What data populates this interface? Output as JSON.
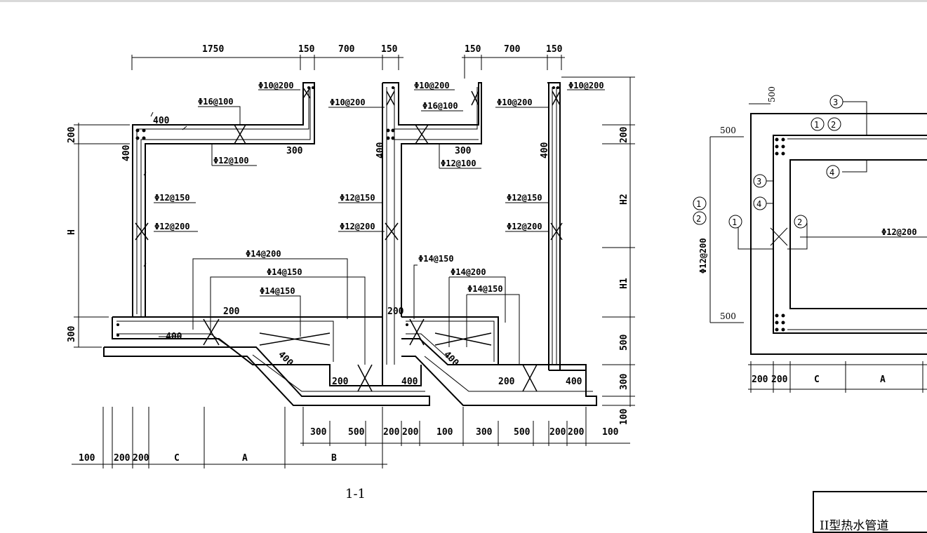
{
  "section_label": "1-1",
  "title_block": {
    "text": "II型热水管道"
  },
  "top_dimensions": {
    "d1750": "1750",
    "d150": "150",
    "d700": "700"
  },
  "bottom_dimensions": {
    "d100": "100",
    "d200": "200",
    "c": "C",
    "a": "A",
    "b": "B",
    "d300": "300",
    "d500": "500"
  },
  "left_dimensions": {
    "d200": "200",
    "h": "H",
    "d300": "300"
  },
  "right_dimensions": {
    "d200": "200",
    "h2": "H2",
    "h1": "H1",
    "d500": "500",
    "d300": "300",
    "d100": "100"
  },
  "haunch_labels": {
    "d400": "400",
    "d300": "300",
    "d200": "200"
  },
  "rebar": {
    "r10_200": "Φ10@200",
    "r16_100": "Φ16@100",
    "r12_100": "Φ12@100",
    "r12_150": "Φ12@150",
    "r12_200": "Φ12@200",
    "r14_200": "Φ14@200",
    "r14_150": "Φ14@150"
  },
  "detail": {
    "d500": "500",
    "rebar": "Φ12@200",
    "b1": "1",
    "b2": "2",
    "b3": "3",
    "b4": "4",
    "dim_200": "200",
    "c": "C",
    "a": "A"
  }
}
